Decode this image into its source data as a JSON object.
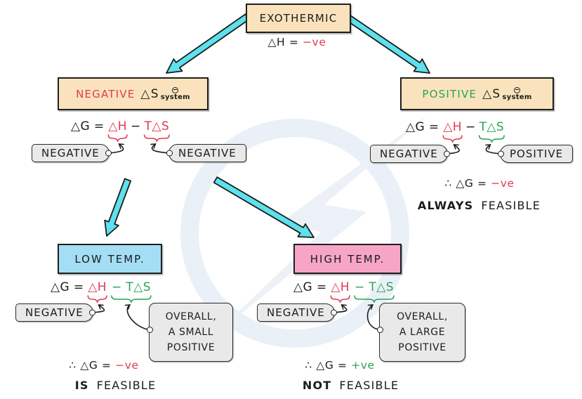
{
  "palette": {
    "ink": "#1c1c1c",
    "red": "#e03a50",
    "green": "#2aa355",
    "tan": "#fae3bc",
    "cyan": "#5de1ec",
    "blue": "#a3def5",
    "pink": "#f7a5c7",
    "tag_gray": "#e9e9e9"
  },
  "root_box": {
    "label": "EXOTHERMIC"
  },
  "enthalpy_line": {
    "prefix": "△H = ",
    "value": "−ve"
  },
  "entropy_boxes": {
    "negative": {
      "sign": "NEGATIVE",
      "symbol": "△S",
      "standard_icon": "circled-minus-standard-state-icon",
      "subscript": "system"
    },
    "positive": {
      "sign": "POSITIVE",
      "symbol": "△S",
      "standard_icon": "circled-minus-standard-state-icon",
      "subscript": "system"
    }
  },
  "gibbs_equation": {
    "lhs": "△G = ",
    "enthalpy_term": "△H",
    "minus": "−",
    "entropy_term": "T△S",
    "neg_entropy_term": "− T△S"
  },
  "mid_left": {
    "enthalpy_tag": "NEGATIVE",
    "entropy_tag": "NEGATIVE"
  },
  "mid_right": {
    "enthalpy_tag": "NEGATIVE",
    "entropy_tag": "POSITIVE",
    "conclusion": {
      "prefix": "∴ △G = ",
      "value": "−ve"
    },
    "feasibility": {
      "emphasis": "ALWAYS",
      "rest": "FEASIBLE"
    }
  },
  "low_temp": {
    "label": "LOW TEMP.",
    "enthalpy_tag": "NEGATIVE",
    "entropy_note": {
      "line1": "OVERALL,",
      "line2": "A SMALL",
      "line3": "POSITIVE"
    },
    "conclusion": {
      "prefix": "∴ △G = ",
      "value": "−ve"
    },
    "feasibility": {
      "emphasis": "IS",
      "rest": "FEASIBLE"
    }
  },
  "high_temp": {
    "label": "HIGH TEMP.",
    "enthalpy_tag": "NEGATIVE",
    "entropy_note": {
      "line1": "OVERALL,",
      "line2": "A LARGE",
      "line3": "POSITIVE"
    },
    "conclusion": {
      "prefix": "∴ △G = ",
      "value": "+ve"
    },
    "feasibility": {
      "emphasis": "NOT",
      "rest": "FEASIBLE"
    }
  }
}
